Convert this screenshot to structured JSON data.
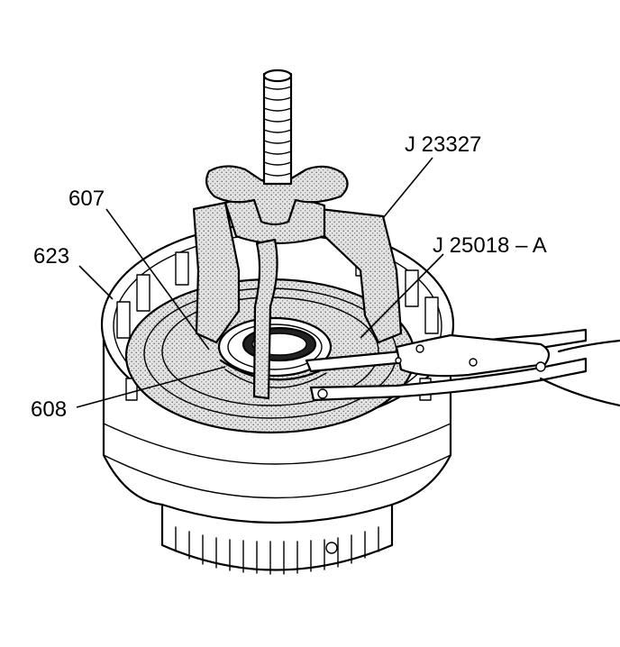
{
  "callouts": {
    "tool_puller": "J 23327",
    "tool_pliers": "J 25018 – A",
    "part_607": "607",
    "part_623": "623",
    "part_608": "608"
  },
  "colors": {
    "line": "#000000",
    "background": "#ffffff",
    "stipple_fill": "#d9d9d9"
  }
}
